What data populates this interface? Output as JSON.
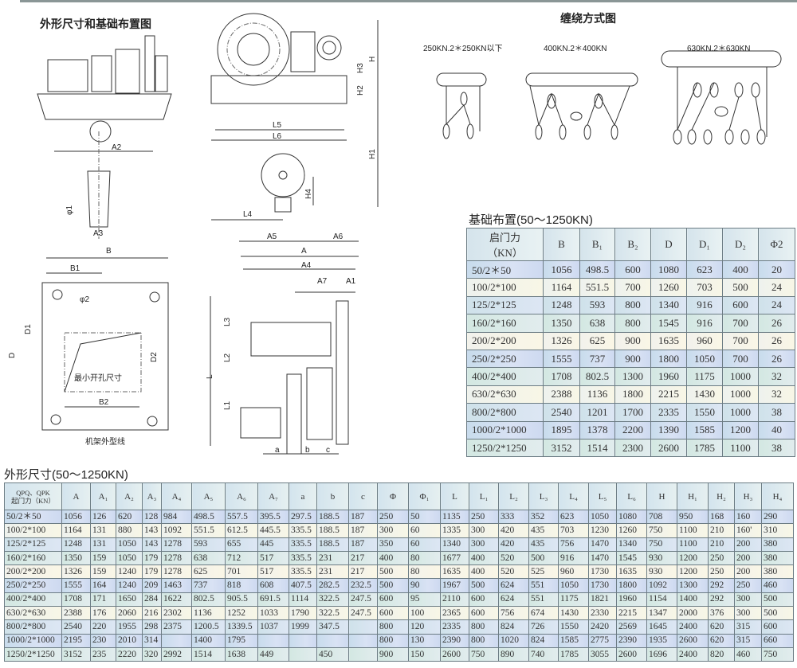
{
  "titles": {
    "drawing_title": "外形尺寸和基础布置图",
    "winding_title": "缠绕方式图",
    "foundation_title": "基础布置(50～1250KN)",
    "dims_title": "外形尺寸(50～1250KN)"
  },
  "winding_labels": [
    "250KN.2＊250KN以下",
    "400KN.2＊400KN",
    "630KN.2＊630KN"
  ],
  "drawing_labels": {
    "A2": "A2",
    "phi1": "φ1",
    "A3": "A3",
    "L5": "L5",
    "L6": "L6",
    "L4": "L4",
    "H": "H",
    "H3": "H3",
    "H2": "H2",
    "H1": "H1",
    "H4": "H4",
    "B": "B",
    "B1": "B1",
    "phi2": "φ2",
    "D1": "D1",
    "D": "D",
    "D2": "D2",
    "B2": "B2",
    "min_hole": "最小开孔尺寸",
    "frame_outline": "机架外型线",
    "A5": "A5",
    "A6": "A6",
    "A": "A",
    "A4": "A4",
    "A7": "A7",
    "A1": "A1",
    "L3": "L3",
    "L2": "L2",
    "L": "L",
    "L1": "L1",
    "a": "a",
    "b": "b",
    "c": "c"
  },
  "foundation_table": {
    "headers": [
      "启门力\n（KN）",
      "B",
      "B₁",
      "B₂",
      "D",
      "D₁",
      "D₂",
      "Φ2"
    ],
    "rows": [
      [
        "50/2＊50",
        "1056",
        "498.5",
        "600",
        "1080",
        "623",
        "400",
        "20"
      ],
      [
        "100/2*100",
        "1164",
        "551.5",
        "700",
        "1260",
        "703",
        "500",
        "24"
      ],
      [
        "125/2*125",
        "1248",
        "593",
        "800",
        "1340",
        "916",
        "600",
        "24"
      ],
      [
        "160/2*160",
        "1350",
        "638",
        "800",
        "1545",
        "916",
        "700",
        "26"
      ],
      [
        "200/2*200",
        "1326",
        "625",
        "900",
        "1635",
        "960",
        "700",
        "26"
      ],
      [
        "250/2*250",
        "1555",
        "737",
        "900",
        "1800",
        "1050",
        "700",
        "26"
      ],
      [
        "400/2*400",
        "1708",
        "802.5",
        "1300",
        "1960",
        "1175",
        "1000",
        "32"
      ],
      [
        "630/2*630",
        "2388",
        "1136",
        "1800",
        "2215",
        "1430",
        "1000",
        "32"
      ],
      [
        "800/2*800",
        "2540",
        "1201",
        "1700",
        "2335",
        "1550",
        "1000",
        "38"
      ],
      [
        "1000/2*1000",
        "1895",
        "1378",
        "2200",
        "1390",
        "1585",
        "1200",
        "40"
      ],
      [
        "1250/2*1250",
        "3152",
        "1514",
        "2300",
        "2600",
        "1785",
        "1100",
        "38"
      ]
    ]
  },
  "dims_table": {
    "headers": [
      "QPQ、QPK\n起门力（KN）",
      "A",
      "A₁",
      "A₂",
      "A₃",
      "A₄",
      "A₅",
      "A₆",
      "A₇",
      "a",
      "b",
      "c",
      "Φ",
      "Φ₁",
      "L",
      "L₁",
      "L₂",
      "L₃",
      "L₄",
      "L₅",
      "L₆",
      "H",
      "H₁",
      "H₂",
      "H₃",
      "H₄"
    ],
    "rows": [
      [
        "50/2＊50",
        "1056",
        "126",
        "620",
        "128",
        "984",
        "498.5",
        "557.5",
        "395.5",
        "297.5",
        "188.5",
        "187",
        "250",
        "50",
        "1135",
        "250",
        "333",
        "352",
        "623",
        "1050",
        "1080",
        "708",
        "950",
        "168",
        "160",
        "290"
      ],
      [
        "100/2*100",
        "1164",
        "131",
        "880",
        "143",
        "1092",
        "551.5",
        "612.5",
        "445.5",
        "335.5",
        "188.5",
        "187",
        "300",
        "60",
        "1335",
        "300",
        "420",
        "435",
        "703",
        "1230",
        "1260",
        "750",
        "1100",
        "210",
        "160'",
        "310"
      ],
      [
        "125/2*125",
        "1248",
        "131",
        "1050",
        "143",
        "1278",
        "593",
        "655",
        "445",
        "335.5",
        "188.5",
        "187",
        "350",
        "60",
        "1340",
        "300",
        "420",
        "435",
        "756",
        "1470",
        "1340",
        "750",
        "1100",
        "210",
        "200",
        "380"
      ],
      [
        "160/2*160",
        "1350",
        "159",
        "1050",
        "179",
        "1278",
        "638",
        "712",
        "517",
        "335.5",
        "231",
        "217",
        "400",
        "80",
        "1677",
        "400",
        "520",
        "500",
        "916",
        "1470",
        "1545",
        "930",
        "1200",
        "250",
        "200",
        "380"
      ],
      [
        "200/2*200",
        "1326",
        "159",
        "1240",
        "179",
        "1278",
        "625",
        "701",
        "517",
        "335.5",
        "231",
        "217",
        "500",
        "80",
        "1635",
        "400",
        "520",
        "525",
        "960",
        "1730",
        "1635",
        "930",
        "1200",
        "250",
        "200",
        "380"
      ],
      [
        "250/2*250",
        "1555",
        "164",
        "1240",
        "209",
        "1463",
        "737",
        "818",
        "608",
        "407.5",
        "282.5",
        "232.5",
        "500",
        "90",
        "1967",
        "500",
        "624",
        "551",
        "1050",
        "1730",
        "1800",
        "1092",
        "1300",
        "292",
        "250",
        "460"
      ],
      [
        "400/2*400",
        "1708",
        "171",
        "1650",
        "284",
        "1622",
        "802.5",
        "905.5",
        "691.5",
        "1114",
        "322.5",
        "247.5",
        "600",
        "95",
        "2110",
        "600",
        "624",
        "551",
        "1175",
        "1821",
        "1960",
        "1154",
        "1400",
        "292",
        "300",
        "500"
      ],
      [
        "630/2*630",
        "2388",
        "176",
        "2060",
        "216",
        "2302",
        "1136",
        "1252",
        "1033",
        "1790",
        "322.5",
        "247.5",
        "600",
        "100",
        "2365",
        "600",
        "756",
        "674",
        "1430",
        "2330",
        "2215",
        "1347",
        "2000",
        "376",
        "300",
        "500"
      ],
      [
        "800/2*800",
        "2540",
        "220",
        "1955",
        "298",
        "2375",
        "1200.5",
        "1339.5",
        "1037",
        "1999",
        "347.5",
        "",
        "800",
        "120",
        "2335",
        "800",
        "824",
        "726",
        "1550",
        "2420",
        "2569",
        "1645",
        "2400",
        "620",
        "315",
        "600"
      ],
      [
        "1000/2*1000",
        "2195",
        "230",
        "2010",
        "314",
        "",
        "1400",
        "1795",
        "",
        "",
        "",
        "",
        "800",
        "130",
        "2390",
        "800",
        "1020",
        "824",
        "1585",
        "2775",
        "2390",
        "1935",
        "2600",
        "620",
        "315",
        "660"
      ],
      [
        "1250/2*1250",
        "3152",
        "235",
        "2220",
        "320",
        "2992",
        "1514",
        "1638",
        "449",
        "",
        "450",
        "",
        "900",
        "150",
        "2600",
        "750",
        "890",
        "740",
        "1785",
        "3055",
        "2600",
        "1696",
        "2400",
        "820",
        "460",
        "750"
      ]
    ]
  }
}
